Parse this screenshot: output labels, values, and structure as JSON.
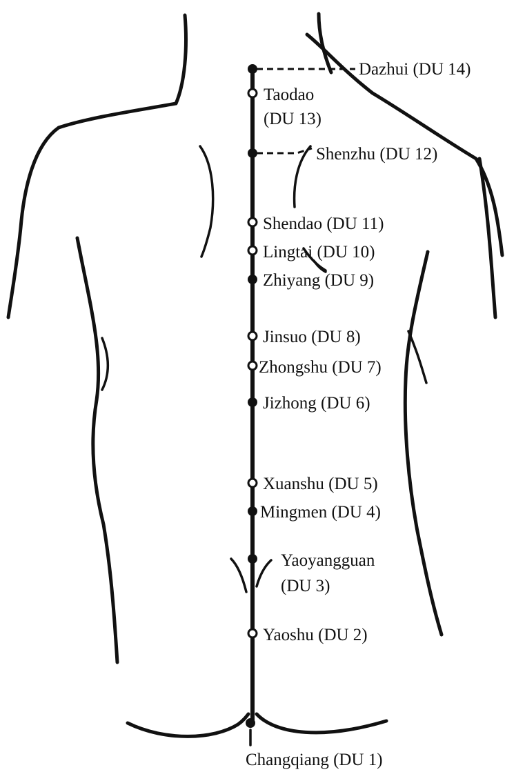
{
  "points": [
    {
      "id": "dazhui",
      "label": "Dazhui (DU 14)",
      "marker": "solid"
    },
    {
      "id": "taodao",
      "label_lines": [
        "Taodao",
        "(DU 13)"
      ],
      "marker": "open"
    },
    {
      "id": "shenzhu",
      "label": "Shenzhu (DU 12)",
      "marker": "solid"
    },
    {
      "id": "shendao",
      "label": "Shendao (DU 11)",
      "marker": "open"
    },
    {
      "id": "lingtai",
      "label": "Lingtai (DU 10)",
      "marker": "open"
    },
    {
      "id": "zhiyang",
      "label": "Zhiyang (DU 9)",
      "marker": "solid"
    },
    {
      "id": "jinsuo",
      "label": "Jinsuo (DU 8)",
      "marker": "open"
    },
    {
      "id": "zhongshu",
      "label": "Zhongshu (DU 7)",
      "marker": "open"
    },
    {
      "id": "jizhong",
      "label": "Jizhong (DU 6)",
      "marker": "solid"
    },
    {
      "id": "xuanshu",
      "label": "Xuanshu (DU 5)",
      "marker": "open"
    },
    {
      "id": "mingmen",
      "label": "Mingmen (DU 4)",
      "marker": "solid"
    },
    {
      "id": "yaoyangguan",
      "label_lines": [
        "Yaoyangguan",
        "(DU 3)"
      ],
      "marker": "solid"
    },
    {
      "id": "yaoshu",
      "label": "Yaoshu (DU 2)",
      "marker": "open"
    },
    {
      "id": "changqiang",
      "label": "Changqiang (DU 1)",
      "marker": "solid"
    }
  ]
}
